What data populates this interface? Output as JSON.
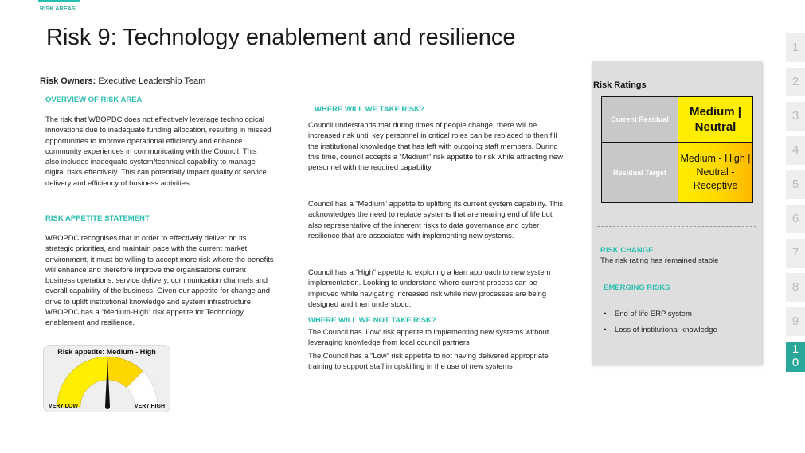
{
  "header": {
    "section_tag": "RISK AREAS",
    "title": "Risk 9: Technology enablement and resilience"
  },
  "owners": {
    "label": "Risk Owners:",
    "value": "Executive Leadership Team"
  },
  "overview": {
    "heading": "OVERVIEW OF RISK AREA",
    "text": "The risk that WBOPDC does not effectively leverage technological innovations due to inadequate funding allocation, resulting in missed opportunities to improve operational efficiency and enhance community experiences in communicating with the Council. This also includes inadequate system/technical capability to manage digital risks effectively. This can potentially impact quality of service delivery and efficiency of business activities."
  },
  "appetite": {
    "heading": "RISK APPETITE STATEMENT",
    "text": "WBOPDC recognises that in order to effectively deliver on its strategic priorities, and maintain pace with the current market environment, it must be willing to accept more risk where the benefits will enhance and therefore improve the organisations current business operations, service delivery, communication channels and overall capability of the business. Given our appetite for change and drive to uplift institutional knowledge and system infrastructure. WBOPDC has a “Medium-High” risk appetite for Technology enablement and resilience."
  },
  "gauge": {
    "title": "Risk appetite: Medium - High",
    "low_label": "VERY LOW",
    "high_label": "VERY HIGH",
    "level": 0.5,
    "colors": {
      "fill_main": "#ffee00",
      "fill_high": "#ffd700",
      "rest": "#ffffff",
      "needle": "#111111"
    }
  },
  "take_risk": {
    "heading": "WHERE WILL WE TAKE RISK?",
    "paragraphs": [
      "Council understands that during times of people change, there will be increased risk until key personnel in critical roles can be replaced to then fill the institutional knowledge that has left with outgoing staff members. During this time, council accepts a “Medium” risk appetite to risk while attracting new personnel with the required capability.",
      "Council has a “Medium” appetite to uplifting its current system capability. This acknowledges the need to replace systems that are nearing end of life but also representative of the inherent risks to data governance and cyber resilience that are associated with implementing new systems.",
      "Council has a “High” appetite to exploring a lean approach to new system implementation. Looking to understand where current process can be improved while navigating increased risk while new processes are being designed and then understood."
    ]
  },
  "not_take_risk": {
    "heading": "WHERE WILL WE NOT TAKE RISK?",
    "paragraphs": [
      "The Council has ‘Low’ risk appetite to implementing new systems without leveraging knowledge from local council partners",
      "The Council has a “Low” risk appetite to not having delivered appropriate training to support staff in upskilling in the use of new systems"
    ]
  },
  "ratings": {
    "heading": "Risk Ratings",
    "current_label": "Current Residual",
    "current_value": "Medium | Neutral",
    "target_label": "Residual Target",
    "target_value": "Medium - High | Neutral - Receptive"
  },
  "risk_change": {
    "heading": "RISK CHANGE",
    "text": "The risk rating has remained stable"
  },
  "emerging": {
    "heading": "EMERGING RISKS",
    "items": [
      "End of life ERP system",
      "Loss of institutional knowledge"
    ]
  },
  "nav": {
    "pages": [
      "1",
      "2",
      "3",
      "4",
      "5",
      "6",
      "7",
      "8",
      "9"
    ],
    "active_page_line1": "1",
    "active_page_line2": "0"
  }
}
